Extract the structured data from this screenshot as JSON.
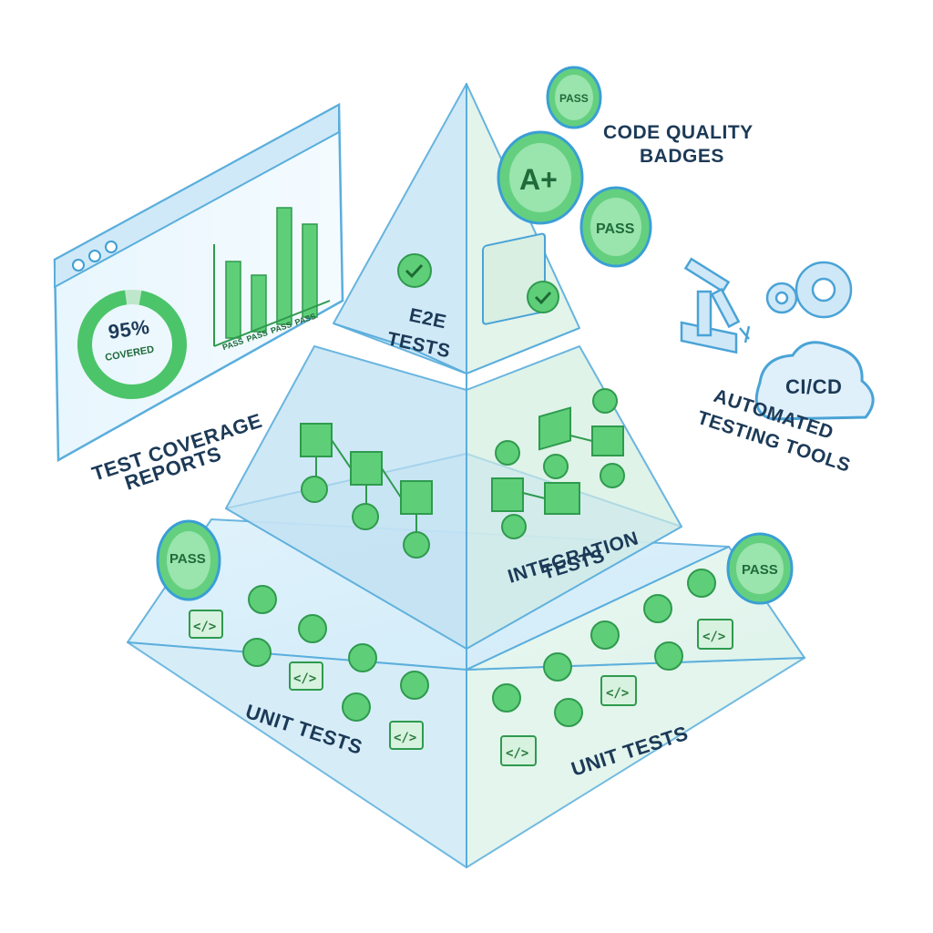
{
  "tiers": {
    "top": "E2E\nTESTS",
    "middle": "INTEGRATION\nTESTS",
    "bottom_left": "UNIT TESTS",
    "bottom_right": "UNIT TESTS"
  },
  "coverage_panel": {
    "percent": "95%",
    "covered_label": "COVERED",
    "coverage_fraction": 0.95,
    "bar_labels": [
      "PASS",
      "PASS",
      "PASS",
      "PASS"
    ],
    "caption": "TEST COVERAGE\nREPORTS"
  },
  "badges": {
    "title": "CODE QUALITY\nBADGES",
    "pass_small": "PASS",
    "grade": "A+",
    "pass_large": "PASS",
    "pass_left": "PASS",
    "pass_right": "PASS"
  },
  "tools": {
    "cloud_label": "CI/CD",
    "caption": "AUTOMATED\nTESTING TOOLS"
  },
  "code_glyph": "</>",
  "colors": {
    "accent_green": "#4cc46a",
    "glass_blue": "#bfe4f7",
    "outline_blue": "#4aa3d6",
    "text_navy": "#1c3a57"
  }
}
